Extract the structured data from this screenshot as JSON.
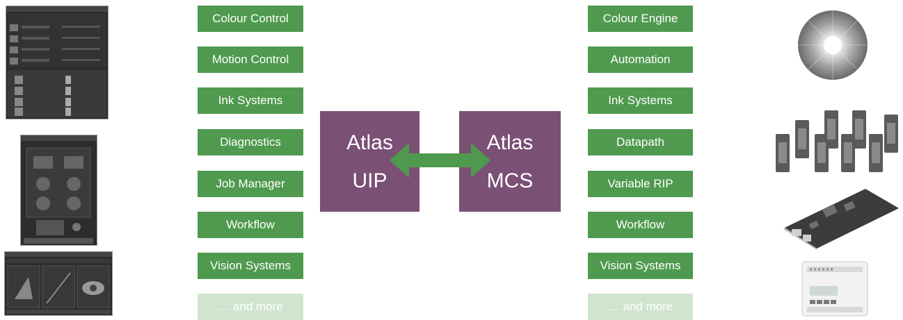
{
  "left_column": {
    "items": [
      {
        "label": "Colour Control"
      },
      {
        "label": "Motion Control"
      },
      {
        "label": "Ink Systems"
      },
      {
        "label": "Diagnostics"
      },
      {
        "label": "Job Manager"
      },
      {
        "label": "Workflow"
      },
      {
        "label": "Vision Systems"
      },
      {
        "label": "… and more"
      }
    ]
  },
  "right_column": {
    "items": [
      {
        "label": "Colour Engine"
      },
      {
        "label": "Automation"
      },
      {
        "label": "Ink Systems"
      },
      {
        "label": "Datapath"
      },
      {
        "label": "Variable RIP"
      },
      {
        "label": "Workflow"
      },
      {
        "label": "Vision Systems"
      },
      {
        "label": "… and more"
      }
    ]
  },
  "center": {
    "uip": {
      "line1": "Atlas",
      "line2": "UIP"
    },
    "mcs": {
      "line1": "Atlas",
      "line2": "MCS"
    }
  },
  "colors": {
    "pill_green": "#4f9a4f",
    "pill_faded": "#cfe5cf",
    "box_purple": "#7b5075",
    "arrow_green": "#4f9a4f"
  },
  "images": {
    "left": [
      "job-list-screenshot",
      "motion-control-screenshot",
      "vision-systems-screenshot"
    ],
    "right": [
      "colour-wheel-icon",
      "printheads-icon",
      "circuit-board-icon",
      "controller-module-icon"
    ]
  }
}
